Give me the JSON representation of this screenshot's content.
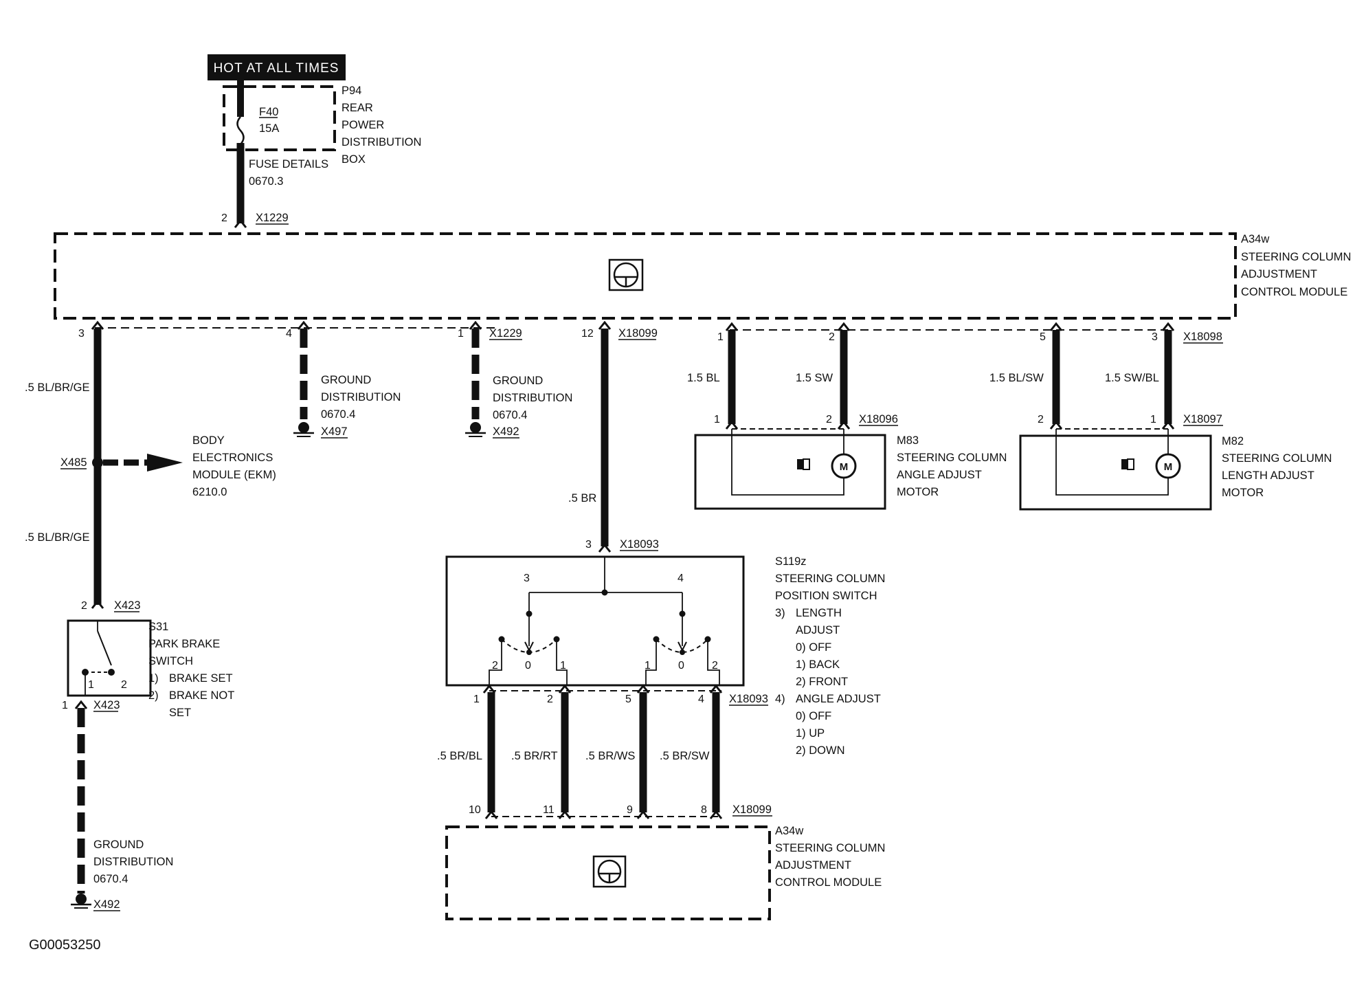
{
  "header": {
    "power_label": "HOT AT ALL TIMES"
  },
  "fuse": {
    "id": "F40",
    "rating": "15A",
    "box_lines": [
      "P94",
      "REAR",
      "POWER",
      "DISTRIBUTION",
      "BOX"
    ],
    "details_lines": [
      "FUSE DETAILS",
      "0670.3"
    ]
  },
  "module_top": {
    "lines": [
      "A34w",
      "STEERING COLUMN",
      "ADJUSTMENT",
      "CONTROL MODULE"
    ],
    "connector_in": "X1229",
    "pin_in": "2"
  },
  "branches": {
    "park_wire": {
      "pin": "3",
      "wire": ".5 BL/BR/GE"
    },
    "ground_1": {
      "pin": "4",
      "lines": [
        "GROUND",
        "DISTRIBUTION",
        "0670.4"
      ],
      "connector": "X497"
    },
    "ground_2": {
      "pin": "1",
      "connector_top": "X1229",
      "lines": [
        "GROUND",
        "DISTRIBUTION",
        "0670.4"
      ],
      "connector": "X492"
    },
    "switch_feed": {
      "pin": "12",
      "connector": "X18099",
      "wire": ".5 BR"
    }
  },
  "ekm": {
    "connector": "X485",
    "lines": [
      "BODY",
      "ELECTRONICS",
      "MODULE (EKM)",
      "6210.0"
    ],
    "wire_below": ".5 BL/BR/GE"
  },
  "park_switch": {
    "connector": "X423",
    "pin_top": "2",
    "pin_bottom": "1",
    "contact_1": "1",
    "contact_2": "2",
    "lines": [
      "S31",
      "PARK BRAKE",
      "SWITCH"
    ],
    "positions": [
      {
        "num": "1)",
        "text": "BRAKE SET"
      },
      {
        "num": "2)",
        "text": "BRAKE NOT"
      }
    ],
    "position_cont": "SET"
  },
  "ground_left": {
    "lines": [
      "GROUND",
      "DISTRIBUTION",
      "0670.4"
    ],
    "connector": "X492"
  },
  "motor_angle": {
    "pins_top": [
      "1",
      "2"
    ],
    "pins_bottom": [
      "1",
      "2"
    ],
    "wires": [
      "1.5 BL",
      "1.5 SW"
    ],
    "connector": "X18096",
    "lines": [
      "M83",
      "STEERING COLUMN",
      "ANGLE ADJUST",
      "MOTOR"
    ],
    "symbol": "M"
  },
  "motor_length": {
    "pins_top": [
      "5",
      "3"
    ],
    "pins_bottom": [
      "2",
      "1"
    ],
    "wires": [
      "1.5 BL/SW",
      "1.5 SW/BL"
    ],
    "connector_top": "X18098",
    "connector": "X18097",
    "lines": [
      "M82",
      "STEERING COLUMN",
      "LENGTH ADJUST",
      "MOTOR"
    ],
    "symbol": "M"
  },
  "position_switch": {
    "pin_in": "3",
    "connector_in": "X18093",
    "lines": [
      "S119z",
      "STEERING COLUMN",
      "POSITION SWITCH"
    ],
    "modes": [
      {
        "num": "3)",
        "text": "LENGTH",
        "cont": "ADJUST",
        "items": [
          "0) OFF",
          "1) BACK",
          "2) FRONT"
        ]
      },
      {
        "num": "4)",
        "text": "ANGLE ADJUST",
        "cont": "",
        "items": [
          "0) OFF",
          "1) UP",
          "2) DOWN"
        ]
      }
    ],
    "section_labels": [
      "3",
      "4"
    ],
    "contacts": [
      "2",
      "0",
      "1",
      "1",
      "0",
      "2"
    ],
    "pins_out": [
      "1",
      "2",
      "5",
      "4"
    ],
    "connector_out": "X18093",
    "wires": [
      ".5 BR/BL",
      ".5 BR/RT",
      ".5 BR/WS",
      ".5 BR/SW"
    ],
    "pins_module": [
      "10",
      "11",
      "9",
      "8"
    ],
    "connector_module": "X18099"
  },
  "module_bottom": {
    "lines": [
      "A34w",
      "STEERING COLUMN",
      "ADJUSTMENT",
      "CONTROL MODULE"
    ]
  },
  "footer": {
    "figure_id": "G00053250"
  }
}
